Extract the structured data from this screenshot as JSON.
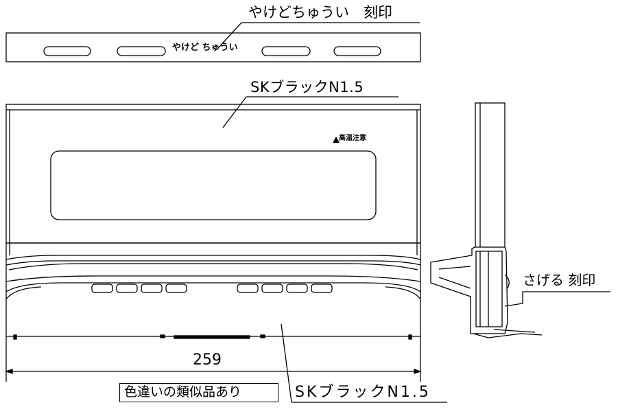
{
  "labels": {
    "engraving_top": "やけどちゅうい　刻印",
    "strip_text": "やけど ちゅうい",
    "material_upper": "SKブラックN1.5",
    "warning_text": "高温注意",
    "engraving_side": "さげる 刻印",
    "width_dimension": "259",
    "variant_note": "色違いの類似品あり",
    "material_lower": "SKブラックN1.5"
  },
  "icons": {
    "warning": "warning-triangle-icon"
  }
}
